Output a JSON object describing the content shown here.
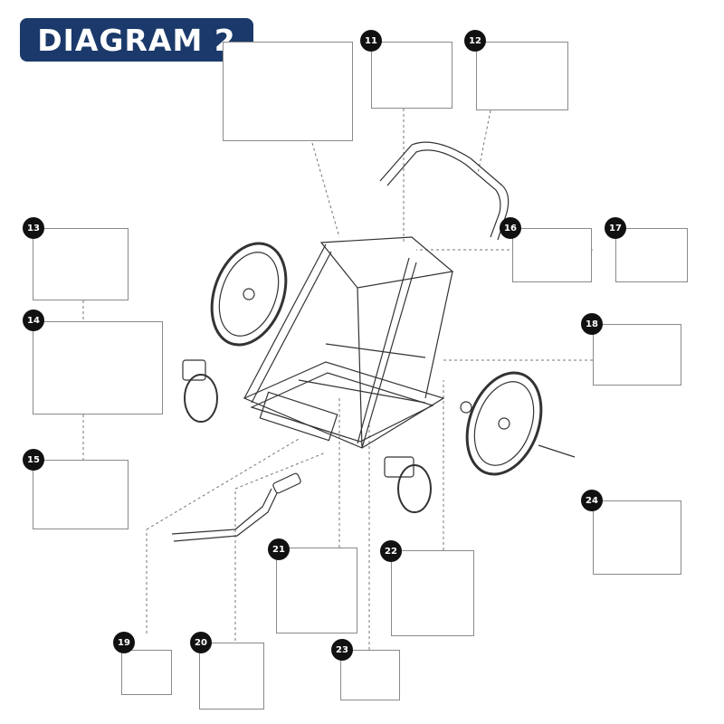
{
  "title": "DIAGRAM 2",
  "parts": [
    {
      "id": "part-11",
      "label": "11"
    },
    {
      "id": "part-12",
      "label": "12"
    },
    {
      "id": "part-13",
      "label": "13"
    },
    {
      "id": "part-14",
      "label": "14"
    },
    {
      "id": "part-15",
      "label": "15"
    },
    {
      "id": "part-16",
      "label": "16"
    },
    {
      "id": "part-17",
      "label": "17"
    },
    {
      "id": "part-18",
      "label": "18"
    },
    {
      "id": "part-19",
      "label": "19"
    },
    {
      "id": "part-20",
      "label": "20"
    },
    {
      "id": "part-21",
      "label": "21"
    },
    {
      "id": "part-22",
      "label": "22"
    },
    {
      "id": "part-23",
      "label": "23"
    },
    {
      "id": "part-24",
      "label": "24"
    }
  ],
  "colors": {
    "badge": "#1b3a6b",
    "marker": "#111111",
    "line": "#555555"
  }
}
